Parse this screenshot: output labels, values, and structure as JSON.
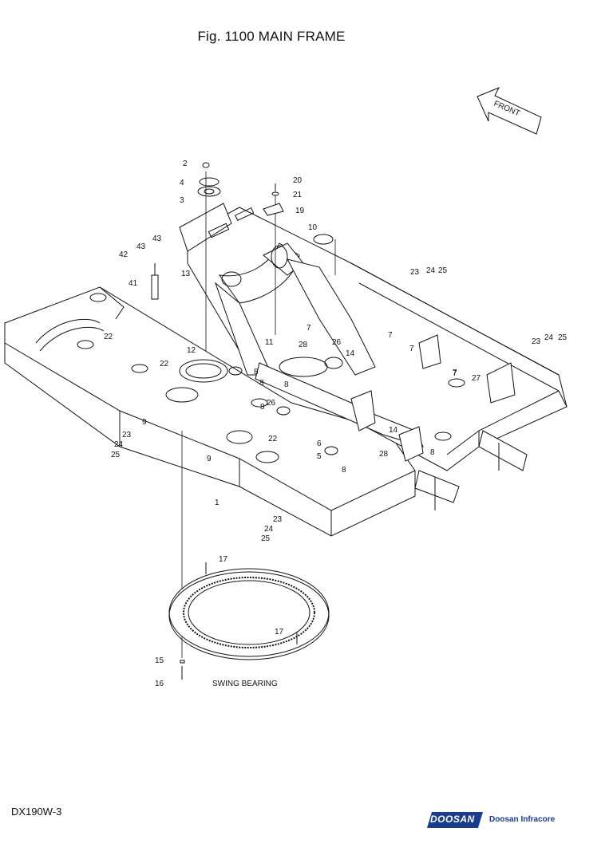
{
  "title": "Fig. 1100 MAIN FRAME",
  "front_label": "FRONT",
  "swing_bearing_label": "SWING BEARING",
  "model": "DX190W-3",
  "logo": {
    "badge": "DOOSAN",
    "company": "Doosan Infracore",
    "accent": "#1b3c8a"
  },
  "callouts": [
    "2",
    "4",
    "3",
    "20",
    "21",
    "19",
    "10",
    "42",
    "43",
    "43",
    "41",
    "13",
    "23",
    "24",
    "25",
    "23",
    "24",
    "25",
    "22",
    "12",
    "11",
    "28",
    "7",
    "26",
    "14",
    "7",
    "7",
    "7",
    "27",
    "22",
    "8",
    "8",
    "9",
    "8",
    "26",
    "8",
    "22",
    "6",
    "5",
    "14",
    "28",
    "8",
    "8",
    "23",
    "24",
    "25",
    "9",
    "1",
    "23",
    "24",
    "25",
    "17",
    "17",
    "15",
    "16",
    "7"
  ]
}
